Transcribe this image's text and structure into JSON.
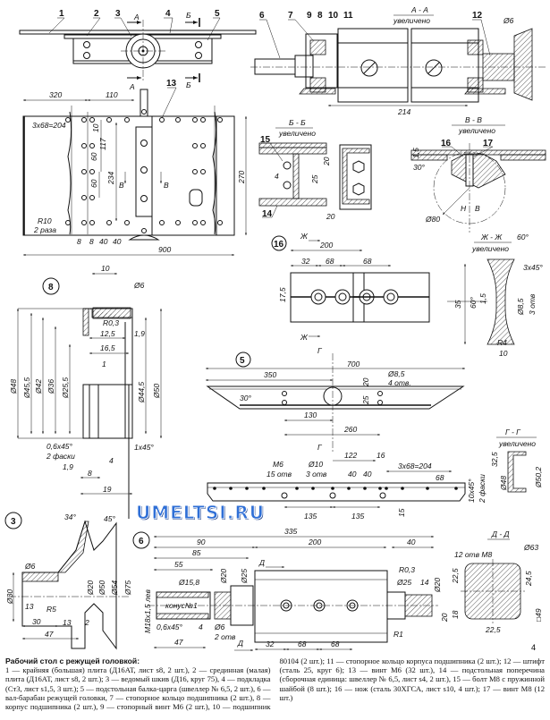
{
  "callouts": {
    "p1": "1",
    "p2": "2",
    "p3": "3",
    "p4": "4",
    "p5": "5",
    "p6": "6",
    "p7": "7",
    "p8": "8",
    "p9": "9",
    "p10": "10",
    "p11": "11",
    "p12": "12",
    "p13": "13",
    "p14": "14",
    "p15": "15",
    "p16": "16",
    "p17": "17"
  },
  "section_marks": {
    "a": "А",
    "b": "Б",
    "v": "В",
    "zh": "Ж",
    "g": "Г",
    "d": "Д"
  },
  "sections": {
    "aa": "А - А",
    "bb": "Б - Б",
    "vv": "В - В",
    "zhzh": "Ж - Ж",
    "gg": "Г - Г",
    "dd": "Д - Д",
    "enlarged": "увеличено"
  },
  "part_labels": {
    "p16": "16",
    "p8": "8",
    "p5": "5",
    "p3": "3",
    "p6": "6"
  },
  "plan_dims": {
    "d320": "320",
    "d110": "110",
    "d3x68": "3х68=204",
    "d10": "10",
    "d117": "117",
    "d60a": "60",
    "d60b": "60",
    "d234": "234",
    "d270": "270",
    "d900": "900",
    "r10": "R10",
    "r10n": "2 раза",
    "d8a": "8",
    "d8b": "8",
    "d40a": "40",
    "d40b": "40"
  },
  "aa_dims": {
    "d214": "214",
    "d6": "Ø6"
  },
  "bb_dims": {
    "d20a": "20",
    "d25": "25",
    "d4": "4",
    "d20b": "20"
  },
  "vv_dims": {
    "d15": "1,5",
    "d30": "30°",
    "d80": "Ø80",
    "h": "Н",
    "v": "В"
  },
  "knife_dims": {
    "d200": "200",
    "d32": "32",
    "d68a": "68",
    "d68b": "68",
    "d175": "17,5",
    "d35": "35",
    "d60": "60°",
    "d15": "1,5",
    "d3x45": "3х45°",
    "d85": "Ø8,5",
    "d85n": "3 отв",
    "r4": "R4",
    "d10": "10",
    "ang60": "60°"
  },
  "bushing_dims": {
    "d10": "10",
    "d6": "Ø6",
    "r03": "R0,3",
    "d125": "12,5",
    "d19a": "1,9",
    "d165": "16,5",
    "d1": "1",
    "d48": "Ø48",
    "d455": "Ø45,5",
    "d42": "Ø42",
    "d36": "Ø36",
    "d255": "Ø25,5",
    "d445": "Ø44,5",
    "d50": "Ø50",
    "ch06": "0,6х45°",
    "ch06n": "2 фаски",
    "d19b": "1,9",
    "d4": "4",
    "ch1": "1х45°",
    "d8": "8",
    "d19": "19"
  },
  "beam_dims": {
    "d700": "700",
    "d350": "350",
    "d85": "Ø8,5",
    "d85n": "4 отв.",
    "d20": "20",
    "d25": "25",
    "ang30": "30°",
    "d130": "130",
    "d260": "260",
    "d122": "122",
    "d16": "16",
    "d3x68": "3х68=204",
    "m6": "М6",
    "m6n": "15 отв",
    "d10": "Ø10",
    "d10n": "3 отв",
    "d40a": "40",
    "d40b": "40",
    "d68": "68",
    "d135a": "135",
    "d135b": "135",
    "d15": "15",
    "ch10": "10х45°",
    "ch10n": "2 фаски",
    "d325": "32,5",
    "d48": "Ø48",
    "d502": "Ø50,2"
  },
  "pulley_dims": {
    "ang34": "34°",
    "ang45": "45°",
    "d6": "Ø6",
    "d30": "Ø30",
    "d20": "Ø20",
    "d50": "Ø50",
    "d54": "Ø54",
    "d75": "Ø75",
    "d13a": "13",
    "r5": "R5",
    "d30b": "30",
    "d13b": "13",
    "d2": "2",
    "d47": "47"
  },
  "shaft_dims": {
    "d335": "335",
    "d90": "90",
    "d200": "200",
    "d40": "40",
    "d85": "85",
    "d55": "55",
    "d158": "Ø15,8",
    "d20a": "Ø20",
    "d25a": "Ø25",
    "thread": "М18х1,5 лев",
    "cone": "конус№1",
    "ch06": "0,6х45°",
    "d4": "4",
    "d6": "Ø6",
    "d6n": "2 отв",
    "d47": "47",
    "d32": "32",
    "d68a": "68",
    "d68b": "68",
    "r03": "R0,3",
    "d25b": "Ø25",
    "d14": "14",
    "d20b": "Ø20",
    "r1": "R1"
  },
  "dd_dims": {
    "holes": "12 отв М8",
    "d63": "Ø63",
    "d225a": "22,5",
    "d245": "24,5",
    "d20": "20",
    "d18": "18",
    "d225b": "22,5",
    "sq49": "□49"
  },
  "caption": {
    "title": "Рабочий стол с режущей головкой:",
    "body": "1 — крайняя (большая) плита (Д16АТ, лист s8, 2 шт.), 2 — срединная (малая) плита (Д16АТ, лист s8, 2 шт.); 3 — ведомый шкив (Д16, круг 75), 4 — подкладка (Ст3, лист s1,5, 3 шт.); 5 — подстольная балка-царга (швеллер № 6,5, 2 шт.), 6 — вал-барабан режущей головки, 7 — стопорное кольцо подшипника (2 шт.), 8 — корпус подшипника (2 шт.), 9 — стопорный винт М6 (2 шт.), 10 — подшипник 80104 (2 шт.); 11 — стопорное кольцо корпуса подшипника (2 шт.); 12 — штифт (сталь 25, круг 6); 13 — винт М6 (32 шт.), 14 — подстольная поперечина (сборочная единица: швеллер № 6,5, лист s4, 2 шт.), 15 — болт М8 с пружинной шайбой (8 шт.); 16 — нож (сталь 30ХГСА, лист s10, 4 шт.); 17 — винт М8 (12 шт.)"
  },
  "page_number": "4",
  "watermark": "UMELTSI.RU"
}
